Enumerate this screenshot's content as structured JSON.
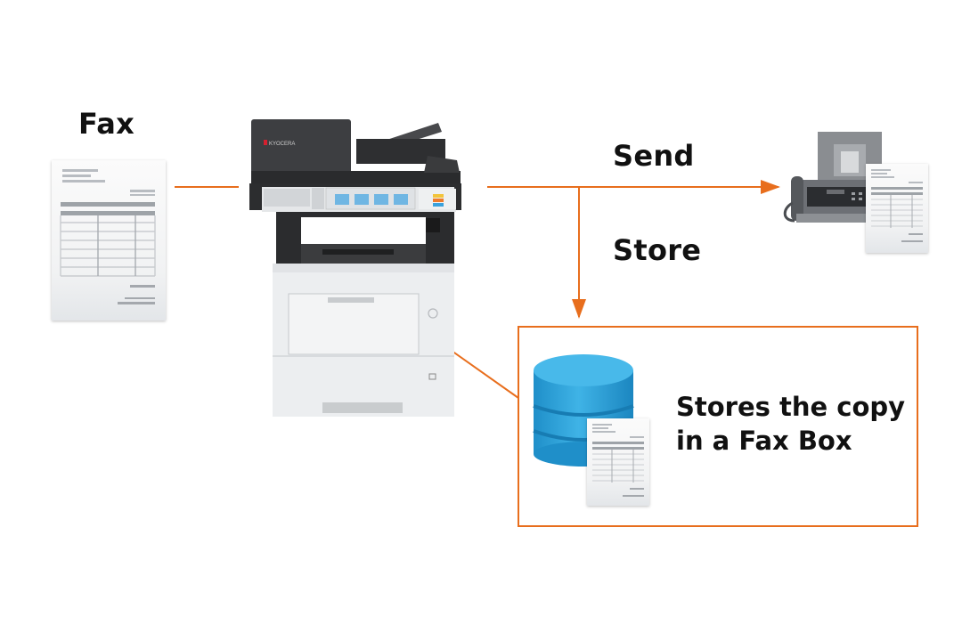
{
  "diagram": {
    "labels": {
      "fax": "Fax",
      "send": "Send",
      "store": "Store"
    },
    "store_box": {
      "line1": "Stores the copy",
      "line2": "in a Fax Box"
    },
    "nodes": [
      {
        "id": "fax-document",
        "icon": "document-icon"
      },
      {
        "id": "mfp-printer",
        "icon": "printer-icon"
      },
      {
        "id": "fax-machine",
        "icon": "fax-machine-icon"
      },
      {
        "id": "fax-box-storage",
        "icon": "database-icon"
      }
    ],
    "edges": [
      {
        "from": "fax-document",
        "to": "mfp-printer",
        "label": ""
      },
      {
        "from": "mfp-printer",
        "to": "fax-machine",
        "label": "Send"
      },
      {
        "from": "mfp-printer",
        "to": "fax-box-storage",
        "label": "Store"
      }
    ],
    "colors": {
      "arrow": "#e86e1d",
      "database": "#2a9fd6",
      "printer_dark": "#3a3a3c",
      "printer_light": "#eceef0"
    }
  }
}
